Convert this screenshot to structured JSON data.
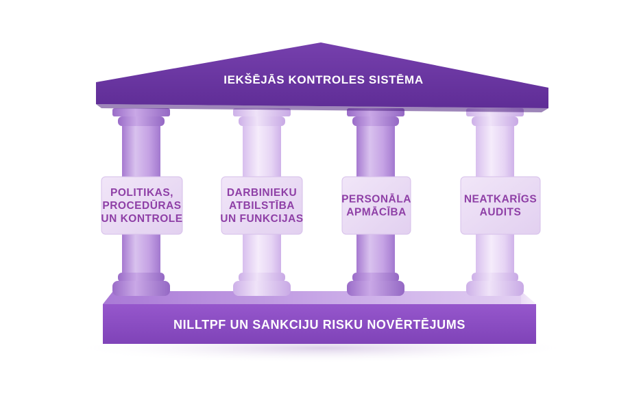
{
  "roof": {
    "label": "IEKŠĒJĀS KONTROLES SISTĒMA"
  },
  "foundation": {
    "label": "NILLTPF UN SANKCIJU RISKU NOVĒRTĒJUMS"
  },
  "pillars": [
    {
      "lines": [
        "POLITIKAS,",
        "PROCEDŪRAS",
        "UN KONTROLE"
      ]
    },
    {
      "lines": [
        "DARBINIEKU",
        "ATBILSTĪBA",
        "UN FUNKCIJAS"
      ]
    },
    {
      "lines": [
        "PERSONĀLA",
        "APMĀCĪBA"
      ]
    },
    {
      "lines": [
        "NEATKARĪGS",
        "AUDITS"
      ]
    }
  ],
  "colors": {
    "roof": "#6a34a0",
    "base_front": "#8a4cc0",
    "base_top": "#b58ae0",
    "column_dark": "#a67ad0",
    "column_light": "#e4d2f2",
    "sign_text": "#8e3fa6"
  }
}
